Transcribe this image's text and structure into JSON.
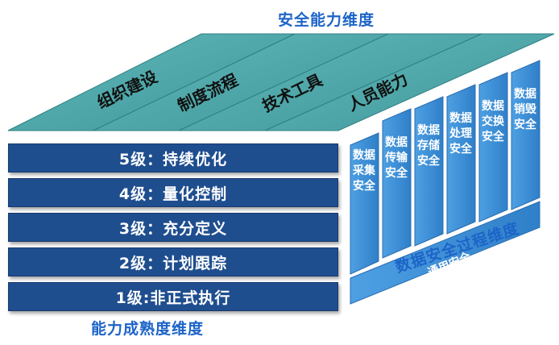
{
  "titles": {
    "top": "安全能力维度",
    "bottom": "能力成熟度维度",
    "right": "数据安全过程维度"
  },
  "top_slabs": [
    "组织建设",
    "制度流程",
    "技术工具",
    "人员能力"
  ],
  "levels": [
    "5级：持续优化",
    "4级：量化控制",
    "3级：充分定义",
    "2级：计划跟踪",
    "1级:非正式执行"
  ],
  "process_columns": [
    "数据采集安全",
    "数据传输安全",
    "数据存储安全",
    "数据处理安全",
    "数据交换安全",
    "数据销毁安全"
  ],
  "general": "通用安全",
  "colors": {
    "level_fill": "#1f4e8f",
    "slab_fill": "#4aa3a6",
    "column_fill": "#3f8fd6",
    "title": "#1d64c8"
  }
}
